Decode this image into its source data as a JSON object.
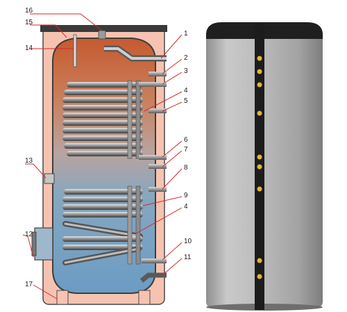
{
  "callouts": [
    {
      "id": "c16",
      "label": "16"
    },
    {
      "id": "c15",
      "label": "15"
    },
    {
      "id": "c14",
      "label": "14"
    },
    {
      "id": "c1",
      "label": "1"
    },
    {
      "id": "c2",
      "label": "2"
    },
    {
      "id": "c3",
      "label": "3"
    },
    {
      "id": "c4a",
      "label": "4"
    },
    {
      "id": "c5",
      "label": "5"
    },
    {
      "id": "c6",
      "label": "6"
    },
    {
      "id": "c7",
      "label": "7"
    },
    {
      "id": "c13",
      "label": "13"
    },
    {
      "id": "c8",
      "label": "8"
    },
    {
      "id": "c9",
      "label": "9"
    },
    {
      "id": "c4b",
      "label": "4"
    },
    {
      "id": "c12",
      "label": "12"
    },
    {
      "id": "c10",
      "label": "10"
    },
    {
      "id": "c11",
      "label": "11"
    },
    {
      "id": "c17",
      "label": "17"
    }
  ],
  "colors": {
    "hot_top": "#c9613a",
    "cold_bottom": "#6f9fc3",
    "insulation": "#f7c6b4",
    "tank_shell": "#b7b7b7",
    "leader_line": "#d8262b",
    "dot": "#e2b43a"
  }
}
